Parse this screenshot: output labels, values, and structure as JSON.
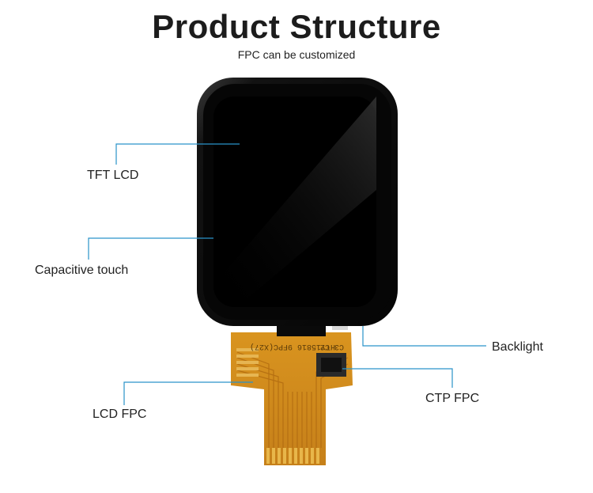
{
  "header": {
    "title": "Product Structure",
    "subtitle": "FPC can be customized"
  },
  "labels": {
    "tft_lcd": "TFT LCD",
    "capacitive_touch": "Capacitive touch",
    "backlight": "Backlight",
    "lcd_fpc": "LCD FPC",
    "ctp_fpc": "CTP FPC"
  },
  "fpc_print": {
    "code": "HTY15816 9FPC(X27)",
    "rev": "C3 C2"
  },
  "colors": {
    "leader_line": "#2a93c9",
    "panel": "#0b0b0b",
    "fpc": "#d08c1e"
  }
}
